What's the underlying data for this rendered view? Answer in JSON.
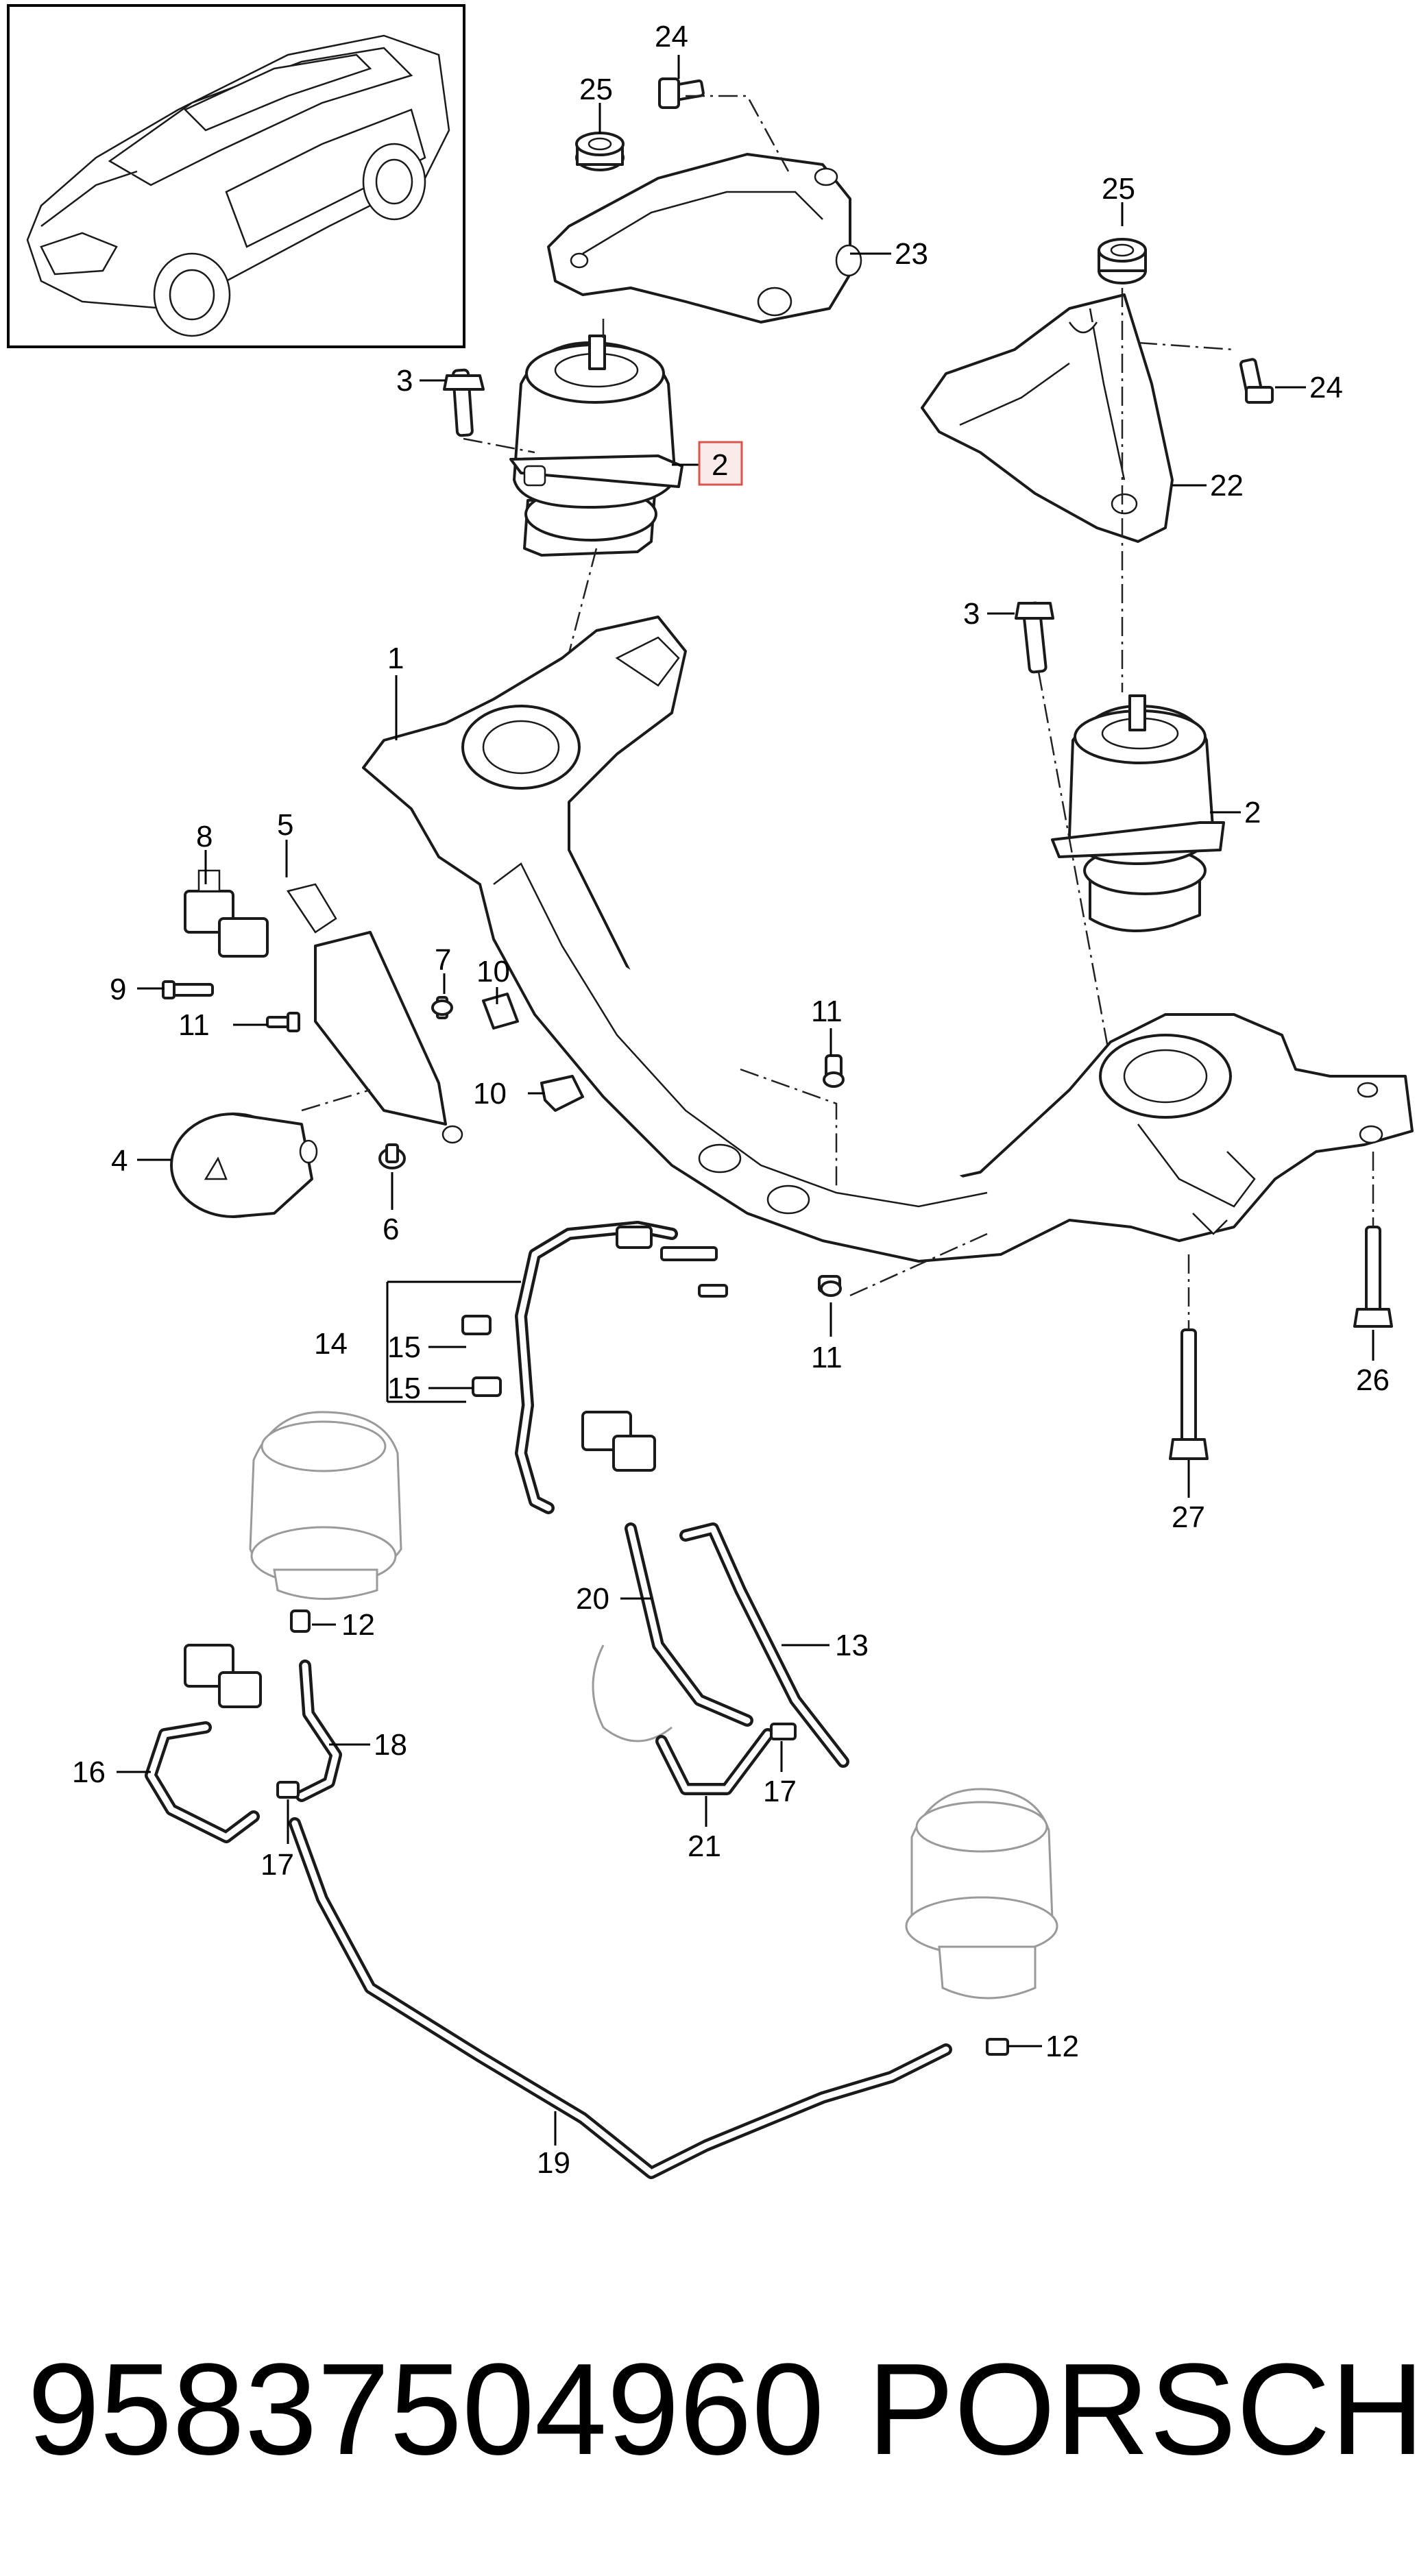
{
  "callouts": [
    {
      "id": "c24a",
      "text": "24"
    },
    {
      "id": "c25a",
      "text": "25"
    },
    {
      "id": "c23",
      "text": "23"
    },
    {
      "id": "c3a",
      "text": "3"
    },
    {
      "id": "c2a",
      "text": "2",
      "highlighted": true
    },
    {
      "id": "c25b",
      "text": "25"
    },
    {
      "id": "c24b",
      "text": "24"
    },
    {
      "id": "c22",
      "text": "22"
    },
    {
      "id": "c3b",
      "text": "3"
    },
    {
      "id": "c1",
      "text": "1"
    },
    {
      "id": "c2b",
      "text": "2"
    },
    {
      "id": "c8",
      "text": "8"
    },
    {
      "id": "c5",
      "text": "5"
    },
    {
      "id": "c7",
      "text": "7"
    },
    {
      "id": "c9",
      "text": "9"
    },
    {
      "id": "c10a",
      "text": "10"
    },
    {
      "id": "c11a",
      "text": "11"
    },
    {
      "id": "c11b",
      "text": "11"
    },
    {
      "id": "c10b",
      "text": "10"
    },
    {
      "id": "c4",
      "text": "4"
    },
    {
      "id": "c6",
      "text": "6"
    },
    {
      "id": "c11c",
      "text": "11"
    },
    {
      "id": "c26",
      "text": "26"
    },
    {
      "id": "c14",
      "text": "14"
    },
    {
      "id": "c15a",
      "text": "15"
    },
    {
      "id": "c15b",
      "text": "15"
    },
    {
      "id": "c27",
      "text": "27"
    },
    {
      "id": "c12a",
      "text": "12"
    },
    {
      "id": "c20",
      "text": "20"
    },
    {
      "id": "c13",
      "text": "13"
    },
    {
      "id": "c18",
      "text": "18"
    },
    {
      "id": "c16",
      "text": "16"
    },
    {
      "id": "c17a",
      "text": "17"
    },
    {
      "id": "c17b",
      "text": "17"
    },
    {
      "id": "c21",
      "text": "21"
    },
    {
      "id": "c12b",
      "text": "12"
    },
    {
      "id": "c19",
      "text": "19"
    }
  ],
  "footer": {
    "part_number": "95837504960",
    "brand": "PORSCHE"
  },
  "colors": {
    "highlight_box": "#d9534f",
    "line": "#1a1a1a",
    "ghost": "#9a9a9a"
  }
}
